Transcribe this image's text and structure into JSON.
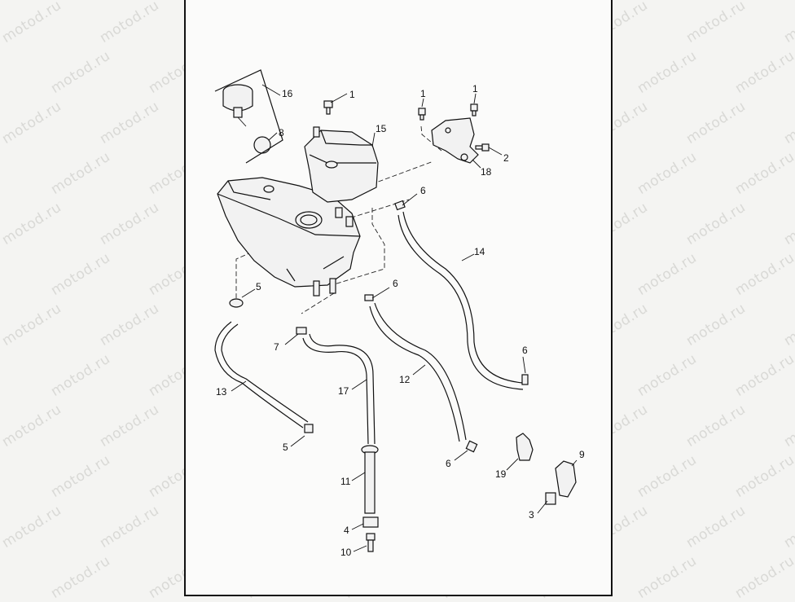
{
  "watermark_text": "motod.ru",
  "callouts": {
    "c1a": "1",
    "c1b": "1",
    "c1c": "1",
    "c2": "2",
    "c3": "3",
    "c4": "4",
    "c5a": "5",
    "c5b": "5",
    "c6a": "6",
    "c6b": "6",
    "c6c": "6",
    "c6d": "6",
    "c7": "7",
    "c8": "8",
    "c9": "9",
    "c10": "10",
    "c11": "11",
    "c12": "12",
    "c13": "13",
    "c14": "14",
    "c15": "15",
    "c16": "16",
    "c17": "17",
    "c18": "18",
    "c19": "19"
  }
}
